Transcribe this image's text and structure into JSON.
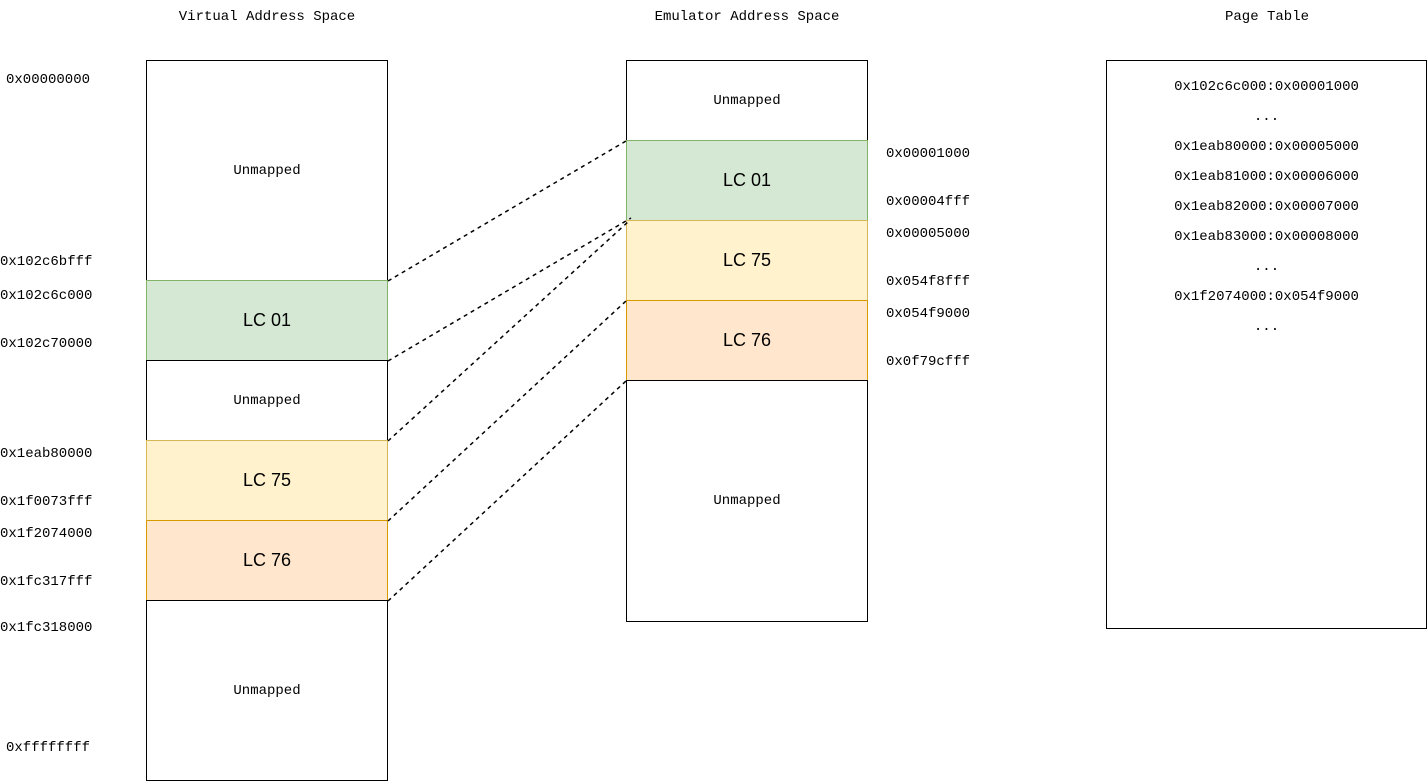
{
  "titles": {
    "virtual": "Virtual Address Space",
    "emulator": "Emulator Address Space",
    "page_table": "Page Table"
  },
  "virtual_blocks": [
    "Unmapped",
    "LC 01",
    "Unmapped",
    "LC 75",
    "LC 76",
    "Unmapped"
  ],
  "virtual_addresses": [
    "0x00000000",
    "0x102c6bfff",
    "0x102c6c000",
    "0x102c70000",
    "0x1eab80000",
    "0x1f0073fff",
    "0x1f2074000",
    "0x1fc317fff",
    "0x1fc318000",
    "0xffffffff"
  ],
  "emulator_blocks": [
    "Unmapped",
    "LC 01",
    "LC 75",
    "LC 76",
    "Unmapped"
  ],
  "emulator_addresses": [
    "0x00001000",
    "0x00004fff",
    "0x00005000",
    "0x054f8fff",
    "0x054f9000",
    "0x0f79cfff"
  ],
  "page_table_entries": [
    "0x102c6c000:0x00001000",
    "...",
    "0x1eab80000:0x00005000",
    "0x1eab81000:0x00006000",
    "0x1eab82000:0x00007000",
    "0x1eab83000:0x00008000",
    "...",
    "0x1f2074000:0x054f9000",
    "..."
  ],
  "colors": {
    "lc01_fill": "#d5e8d4",
    "lc01_stroke": "#82b366",
    "lc75_fill": "#fff2cc",
    "lc75_stroke": "#d6b656",
    "lc76_fill": "#ffe6cc",
    "lc76_stroke": "#d79b00"
  }
}
